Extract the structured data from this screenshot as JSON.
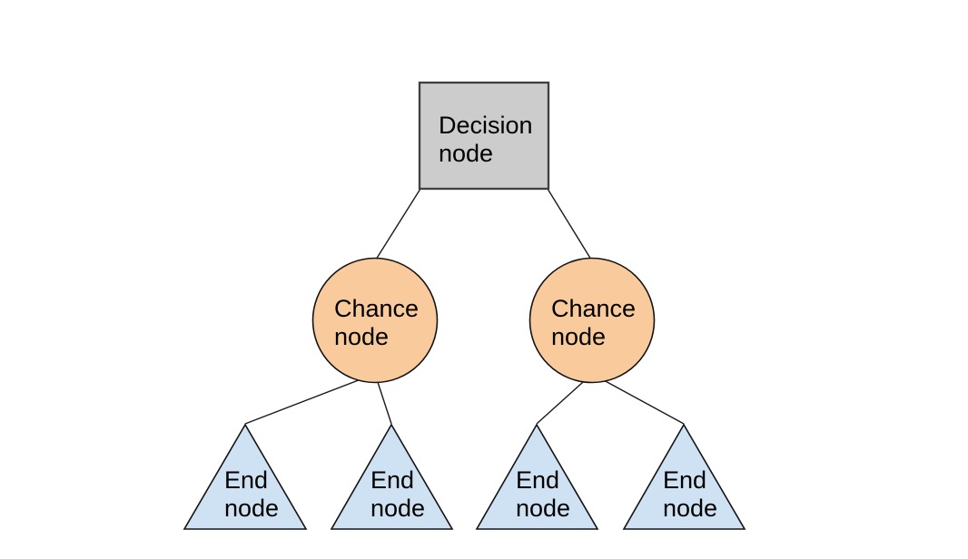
{
  "diagram": {
    "type": "decision-tree",
    "background_color": "#ffffff",
    "colors": {
      "decision_fill": "#cccccc",
      "decision_stroke": "#3f3f3f",
      "chance_fill": "#f9cb9c",
      "end_fill": "#cfe2f3",
      "shape_stroke": "#141414",
      "edge_line": "#1a1a1a",
      "text": "#000000"
    },
    "nodes": {
      "decision": {
        "shape": "square",
        "line1": "Decision",
        "line2": "node"
      },
      "chance_left": {
        "shape": "circle",
        "line1": "Chance",
        "line2": "node"
      },
      "chance_right": {
        "shape": "circle",
        "line1": "Chance",
        "line2": "node"
      },
      "end_1": {
        "shape": "triangle",
        "line1": "End",
        "line2": "node"
      },
      "end_2": {
        "shape": "triangle",
        "line1": "End",
        "line2": "node"
      },
      "end_3": {
        "shape": "triangle",
        "line1": "End",
        "line2": "node"
      },
      "end_4": {
        "shape": "triangle",
        "line1": "End",
        "line2": "node"
      }
    },
    "edges": [
      {
        "from": "decision",
        "to": "chance_left"
      },
      {
        "from": "decision",
        "to": "chance_right"
      },
      {
        "from": "chance_left",
        "to": "end_1"
      },
      {
        "from": "chance_left",
        "to": "end_2"
      },
      {
        "from": "chance_right",
        "to": "end_3"
      },
      {
        "from": "chance_right",
        "to": "end_4"
      }
    ]
  }
}
